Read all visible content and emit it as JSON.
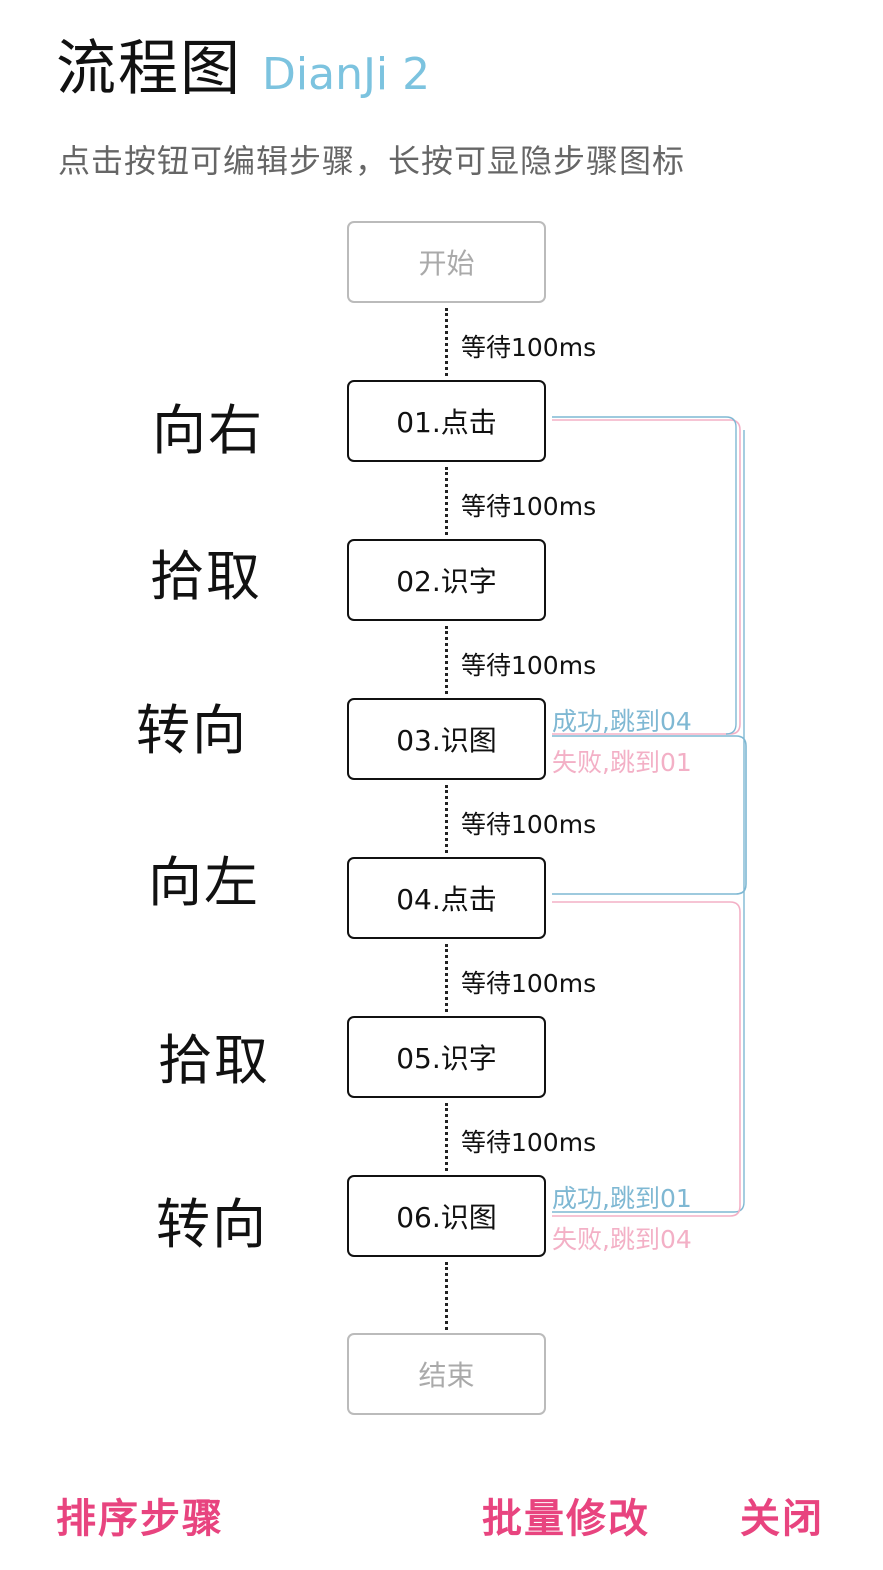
{
  "header": {
    "title": "流程图",
    "subtitle": "DianJi 2",
    "hint": "点击按钮可编辑步骤，长按可显隐步骤图标"
  },
  "flow": {
    "start": "开始",
    "end": "结束",
    "steps": [
      {
        "label": "01.点击",
        "wait": "等待100ms",
        "side_label": "向右"
      },
      {
        "label": "02.识字",
        "wait": "等待100ms",
        "side_label": "拾取"
      },
      {
        "label": "03.识图",
        "wait": "等待100ms",
        "side_label": "转向",
        "success": "成功,跳到04",
        "fail": "失败,跳到01"
      },
      {
        "label": "04.点击",
        "wait": "等待100ms",
        "side_label": "向左"
      },
      {
        "label": "05.识字",
        "wait": "等待100ms",
        "side_label": "拾取"
      },
      {
        "label": "06.识图",
        "wait": "等待100ms",
        "side_label": "转向",
        "success": "成功,跳到01",
        "fail": "失败,跳到04"
      }
    ]
  },
  "footer": {
    "sort": "排序步骤",
    "batch_edit": "批量修改",
    "close": "关闭"
  },
  "colors": {
    "success": "#7fb8d3",
    "fail": "#f3b0c6",
    "accent": "#e8447f",
    "subtitle": "#7cc3df"
  }
}
